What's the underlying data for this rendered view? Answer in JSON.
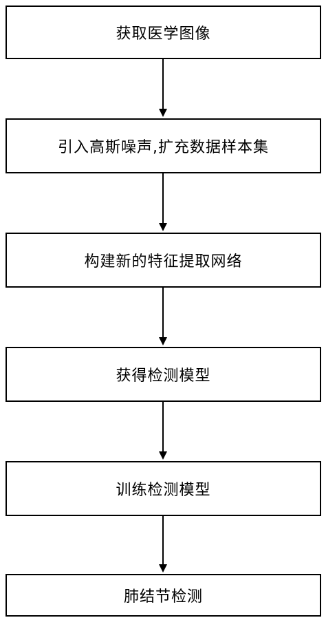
{
  "steps": [
    {
      "label": "获取医学图像"
    },
    {
      "label": "引入高斯噪声,扩充数据样本集"
    },
    {
      "label": "构建新的特征提取网络"
    },
    {
      "label": "获得检测模型"
    },
    {
      "label": "训练检测模型"
    },
    {
      "label": "肺结节检测"
    }
  ]
}
